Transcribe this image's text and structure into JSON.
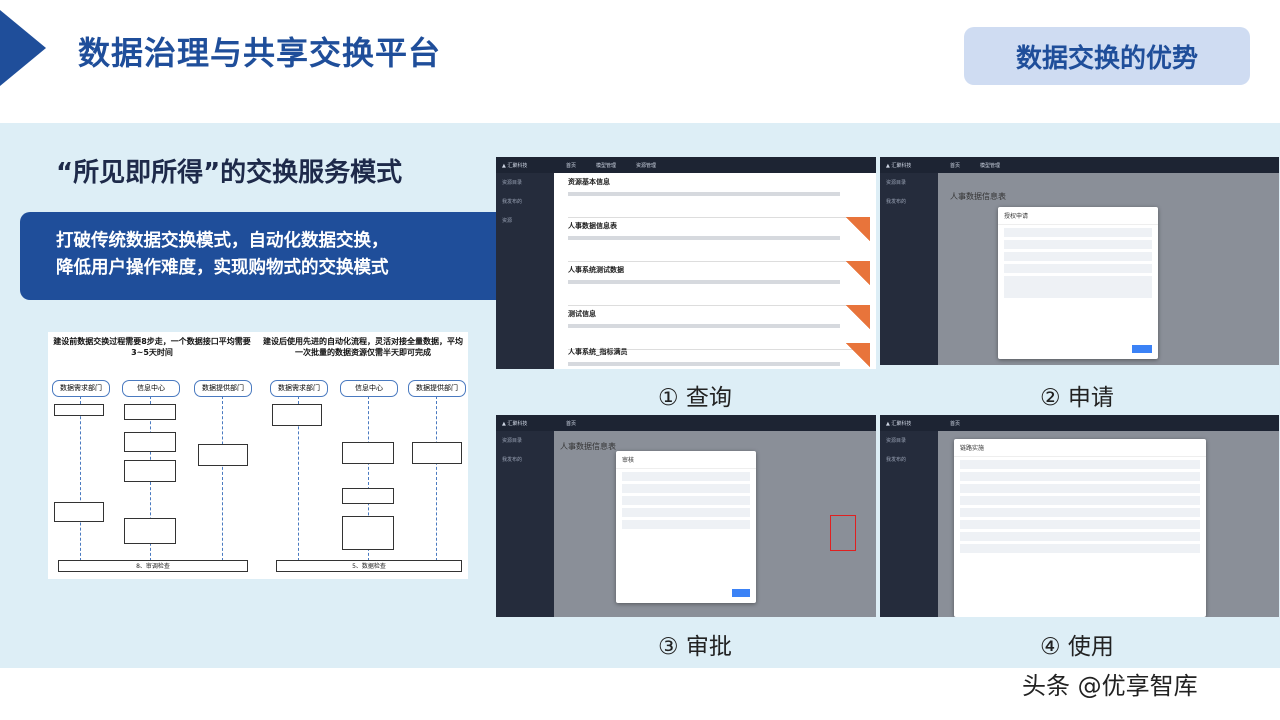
{
  "header": {
    "title": "数据治理与共享交换平台",
    "badge": "数据交换的优势"
  },
  "subtitle": "“所见即所得”的交换服务模式",
  "highlight": {
    "line1": "打破传统数据交换模式，自动化数据交换，",
    "line2": "降低用户操作难度，实现购物式的交换模式"
  },
  "flowchart": {
    "left_caption": "建设前数据交换过程需要8步走，一个数据接口平均需要3~5天时间",
    "right_caption": "建设后使用先进的自动化流程，灵活对接全量数据，平均一次批量的数据资源仅需半天即可完成",
    "lanes": [
      "数据需求部门",
      "信息中心",
      "数据提供部门"
    ],
    "bottom_left": "8、审调检查",
    "bottom_right": "5、数据检查"
  },
  "screens": [
    {
      "label": "① 查询",
      "cards": [
        "资源基本信息",
        "人事数据信息表",
        "人事系统测试数据",
        "测试信息",
        "人事系统_指标满员"
      ]
    },
    {
      "label": "② 申请",
      "dialog_title": "授权申请",
      "page_title": "人事数据信息表"
    },
    {
      "label": "③ 审批",
      "dialog_title": "审核",
      "page_title": "人事数据信息表"
    },
    {
      "label": "④ 使用",
      "dialog_title": "链路实施"
    }
  ],
  "watermark": "头条 @优享智库",
  "colors": {
    "primary": "#1f4e9a",
    "band": "#ddeef6",
    "badge_bg": "#cfdcf2"
  }
}
